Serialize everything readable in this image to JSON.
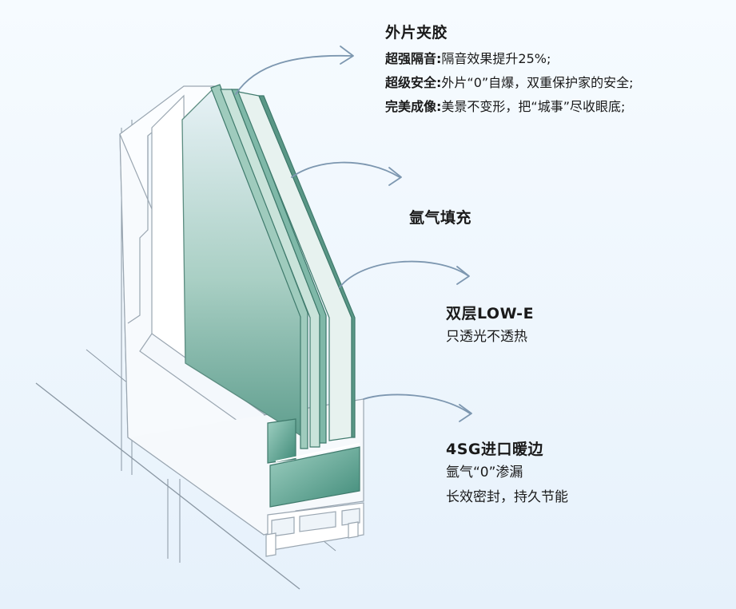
{
  "labels": {
    "laminated": {
      "title": "外片夹胶",
      "lines": [
        {
          "key": "超强隔音",
          "sep": ":",
          "text": "隔音效果提升25%;"
        },
        {
          "key": "超级安全",
          "sep": ":",
          "text": "外片“0”自爆，双重保护家的安全;"
        },
        {
          "key": "完美成像",
          "sep": ":",
          "text": "美景不变形，把“城事”尽收眼底;"
        }
      ]
    },
    "argon": {
      "title": "氩气填充"
    },
    "lowe": {
      "title": "双层LOW-E",
      "lines": [
        "只透光不透热"
      ]
    },
    "spacer": {
      "title": "4SG进口暖边",
      "lines": [
        "氩气“0”渗漏",
        "长效密封，持久节能"
      ]
    }
  },
  "colors": {
    "background": "#eef6fd",
    "glass_green": "#7fb8a8",
    "glass_dark": "#4d8f7f",
    "frame": "#ffffff",
    "arrow": "#7d97b0",
    "text": "#1a1a1a"
  }
}
